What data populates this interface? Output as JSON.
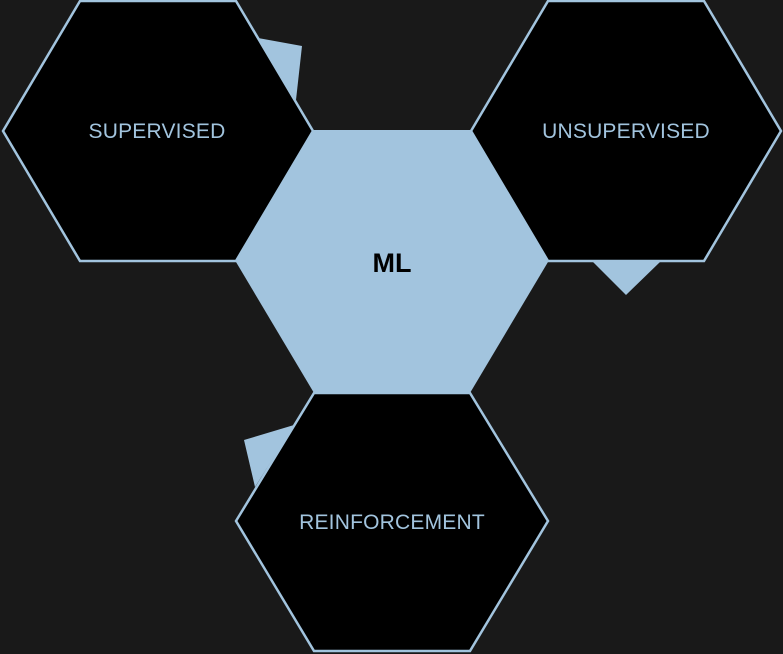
{
  "colors": {
    "background": "#191919",
    "accent": "#a2c4de",
    "hex_fill": "#000000",
    "center_text": "#000000"
  },
  "center": {
    "label": "ML"
  },
  "nodes": [
    {
      "label": "SUPERVISED"
    },
    {
      "label": "UNSUPERVISED"
    },
    {
      "label": "REINFORCEMENT"
    }
  ]
}
